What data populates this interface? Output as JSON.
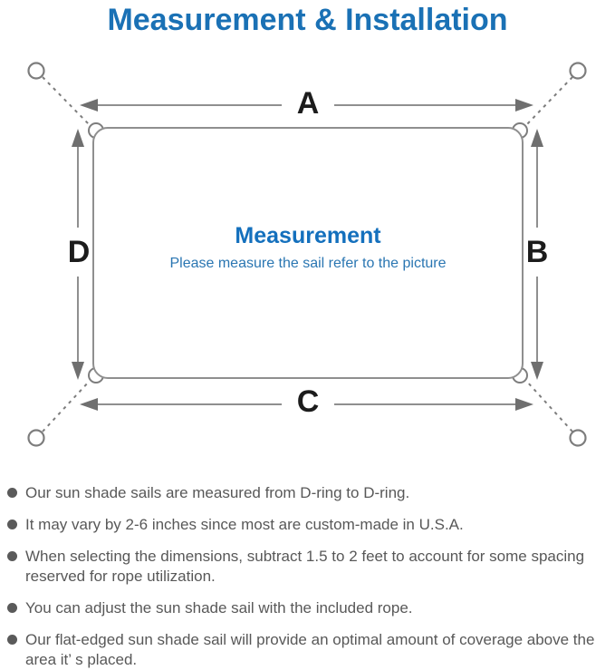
{
  "title": "Measurement & Installation",
  "diagram": {
    "labels": {
      "top": "A",
      "right": "B",
      "bottom": "C",
      "left": "D"
    },
    "center_heading": "Measurement",
    "center_subtitle": "Please measure the sail refer to the picture",
    "colors": {
      "accent_blue": "#1a71b5",
      "heading_blue": "#1470bd",
      "subtitle_blue": "#2a76b2",
      "line_gray": "#8f8f8f",
      "arrow_gray": "#6f6f6f",
      "label_black": "#1c1c1c",
      "note_gray": "#585858"
    }
  },
  "notes": {
    "items": [
      "Our sun shade sails are measured from D-ring to D-ring.",
      "It may vary by 2-6 inches since most are custom-made in U.S.A.",
      "When selecting the dimensions, subtract 1.5 to 2 feet to account for some spacing reserved for rope utilization.",
      "You can adjust the sun shade sail with the included rope.",
      "Our flat-edged sun shade sail will provide an optimal amount of coverage above the area it’ s placed."
    ]
  }
}
